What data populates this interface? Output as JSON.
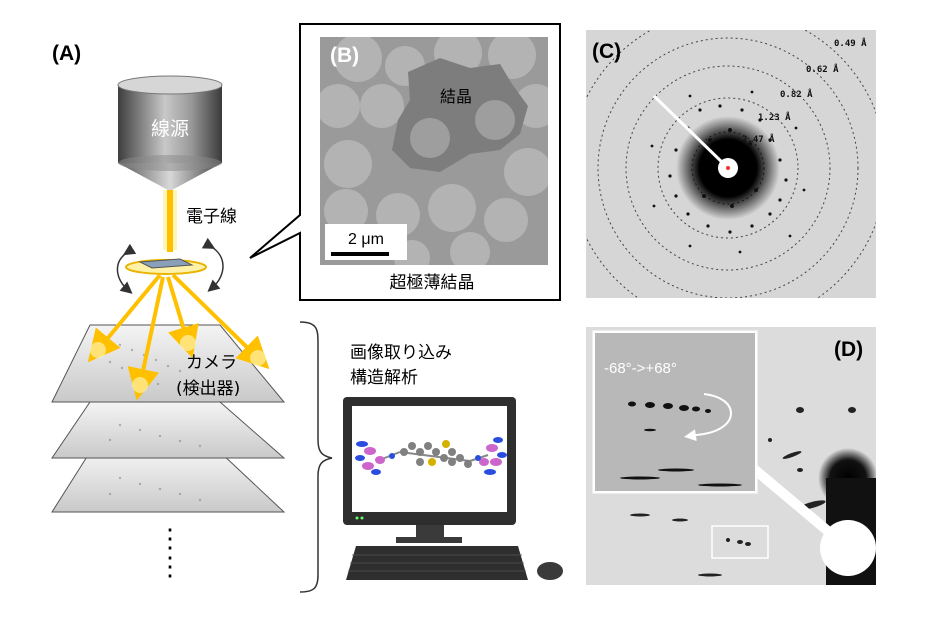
{
  "panel_a": {
    "label": "(A)",
    "source_label": "線源",
    "beam_label": "電子線",
    "camera_label_line1": "カメラ",
    "camera_label_line2": "(検出器)",
    "ellipsis": "⋮",
    "analysis_line1": "画像取り込み",
    "analysis_line2": "構造解析"
  },
  "panel_b": {
    "label": "(B)",
    "crystal_label": "結晶",
    "scale_bar": "2 μm",
    "caption": "超極薄結晶"
  },
  "panel_c": {
    "label": "(C)",
    "rings": [
      "0.49 Å",
      "0.62 Å",
      "0.82 Å",
      "1.23 Å",
      "2.47 Å"
    ]
  },
  "panel_d": {
    "label": "(D)",
    "tilt_range": "-68°->+68°"
  },
  "colors": {
    "beam": "#ffc000",
    "beam_glow": "#fff2a8",
    "cone_dark": "#4a4a4a",
    "cone_light": "#e6e6e6",
    "diffraction_bg": "#d9d9d9",
    "panel_d_bg": "#dcdcdc"
  }
}
